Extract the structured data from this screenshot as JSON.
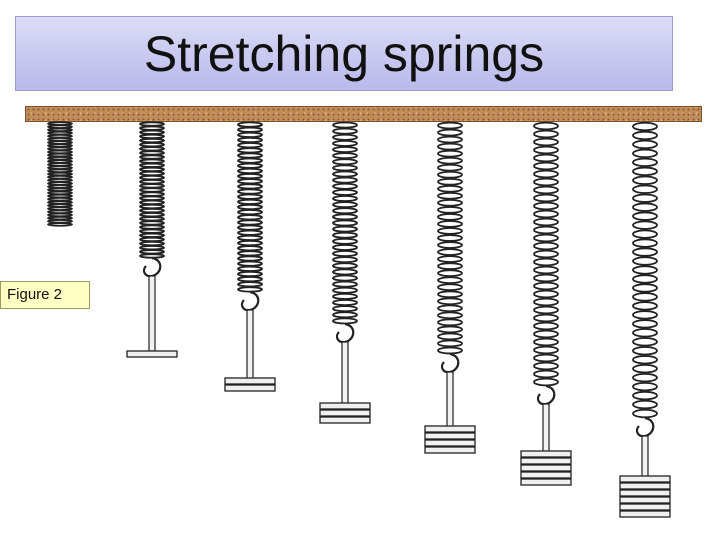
{
  "title": "Stretching springs",
  "figure_label": "Figure 2",
  "colors": {
    "title_fill": "#c8c8f0",
    "beam": "#c28c5a",
    "figure_label_fill": "#ffffc4",
    "spring": "#222222"
  },
  "springs": [
    {
      "id": "spring-1",
      "weight_discs": 0
    },
    {
      "id": "spring-2",
      "weight_discs": 1
    },
    {
      "id": "spring-3",
      "weight_discs": 2
    },
    {
      "id": "spring-4",
      "weight_discs": 3
    },
    {
      "id": "spring-5",
      "weight_discs": 4
    },
    {
      "id": "spring-6",
      "weight_discs": 5
    },
    {
      "id": "spring-7",
      "weight_discs": 6
    }
  ]
}
